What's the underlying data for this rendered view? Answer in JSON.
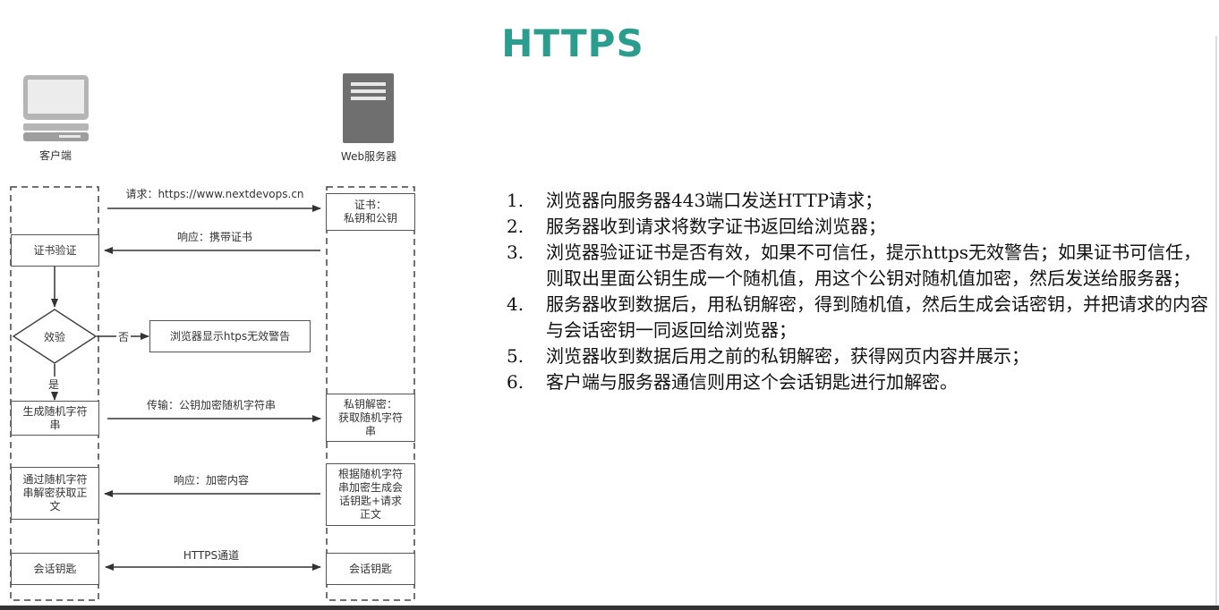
{
  "title": "HTTPS",
  "client": {
    "label": "客户端"
  },
  "server": {
    "label": "Web服务器"
  },
  "messages": {
    "request": "请求：https://www.nextdevops.cn",
    "response_cert": "响应：携带证书",
    "no": "否",
    "yes": "是",
    "transfer": "传输：公钥加密随机字符串",
    "response_encrypted": "响应：加密内容",
    "tunnel": "HTTPS通道"
  },
  "client_boxes": {
    "verify_cert": "证书验证",
    "check": "效验",
    "generate_random": "生成随机字符串",
    "decrypt_content": "通过随机字符串解密获取正文",
    "session_key": "会话钥匙"
  },
  "warning_box": "浏览器显示htps无效警告",
  "server_boxes": {
    "cert": "证书：\n私钥和公钥",
    "private_decrypt": "私钥解密：\n获取随机字符串",
    "gen_session": "根据随机字符串加密生成会话钥匙+请求正文",
    "session_key": "会话钥匙"
  },
  "steps": [
    {
      "num": "1.",
      "text": "浏览器向服务器443端口发送HTTP请求；"
    },
    {
      "num": "2.",
      "text": "服务器收到请求将数字证书返回给浏览器；"
    },
    {
      "num": "3.",
      "text": "浏览器验证证书是否有效，如果不可信任，提示https无效警告；如果证书可信任，则取出里面公钥生成一个随机值，用这个公钥对随机值加密，然后发送给服务器；"
    },
    {
      "num": "4.",
      "text": "服务器收到数据后，用私钥解密，得到随机值，然后生成会话密钥，并把请求的内容与会话密钥一同返回给浏览器；"
    },
    {
      "num": "5.",
      "text": "浏览器收到数据后用之前的私钥解密，获得网页内容并展示；"
    },
    {
      "num": "6.",
      "text": "客户端与服务器通信则用这个会话钥匙进行加解密。"
    }
  ]
}
